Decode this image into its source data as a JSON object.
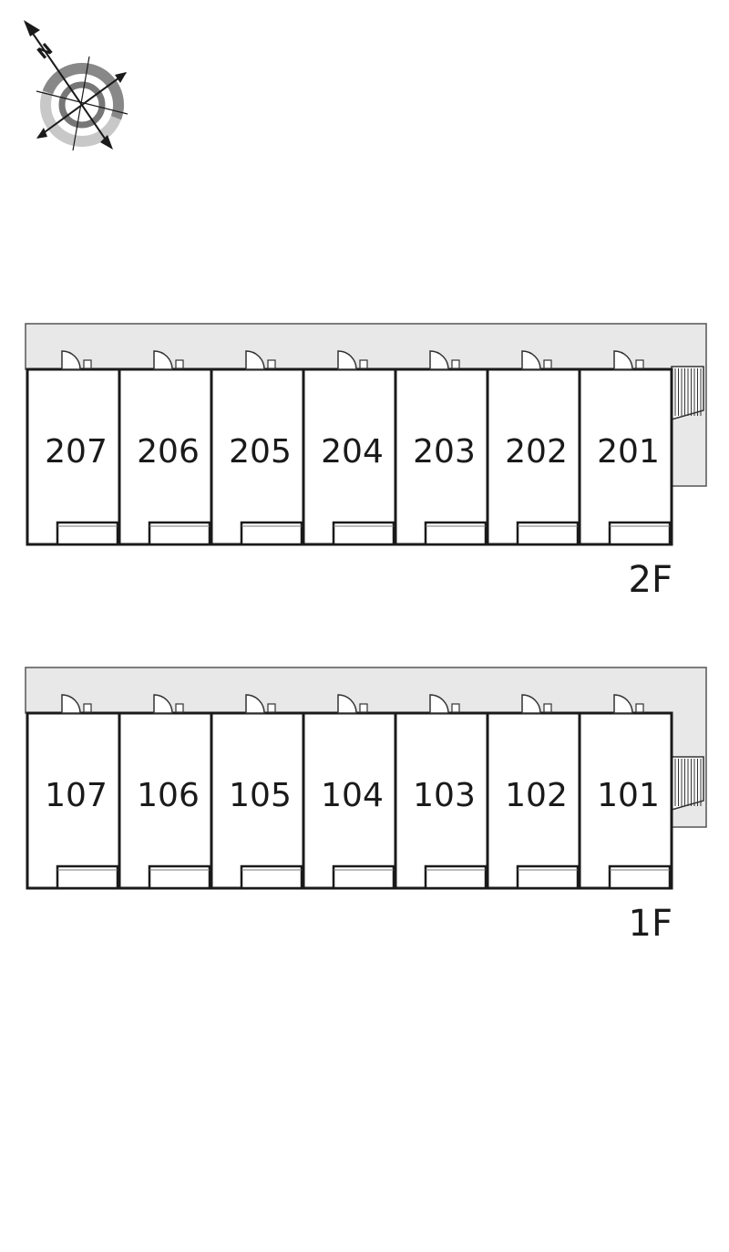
{
  "compass": {
    "icon": "north-compass-icon",
    "north_label": "N"
  },
  "floors": [
    {
      "id": "2F",
      "label": "2F",
      "units": [
        "207",
        "206",
        "205",
        "204",
        "203",
        "202",
        "201"
      ]
    },
    {
      "id": "1F",
      "label": "1F",
      "units": [
        "107",
        "106",
        "105",
        "104",
        "103",
        "102",
        "101"
      ]
    }
  ],
  "colors": {
    "wall": "#1a1a1a",
    "corridor": "#e8e8e8",
    "compass_ring": "#888888",
    "compass_ring_light": "#c8c8c8"
  }
}
